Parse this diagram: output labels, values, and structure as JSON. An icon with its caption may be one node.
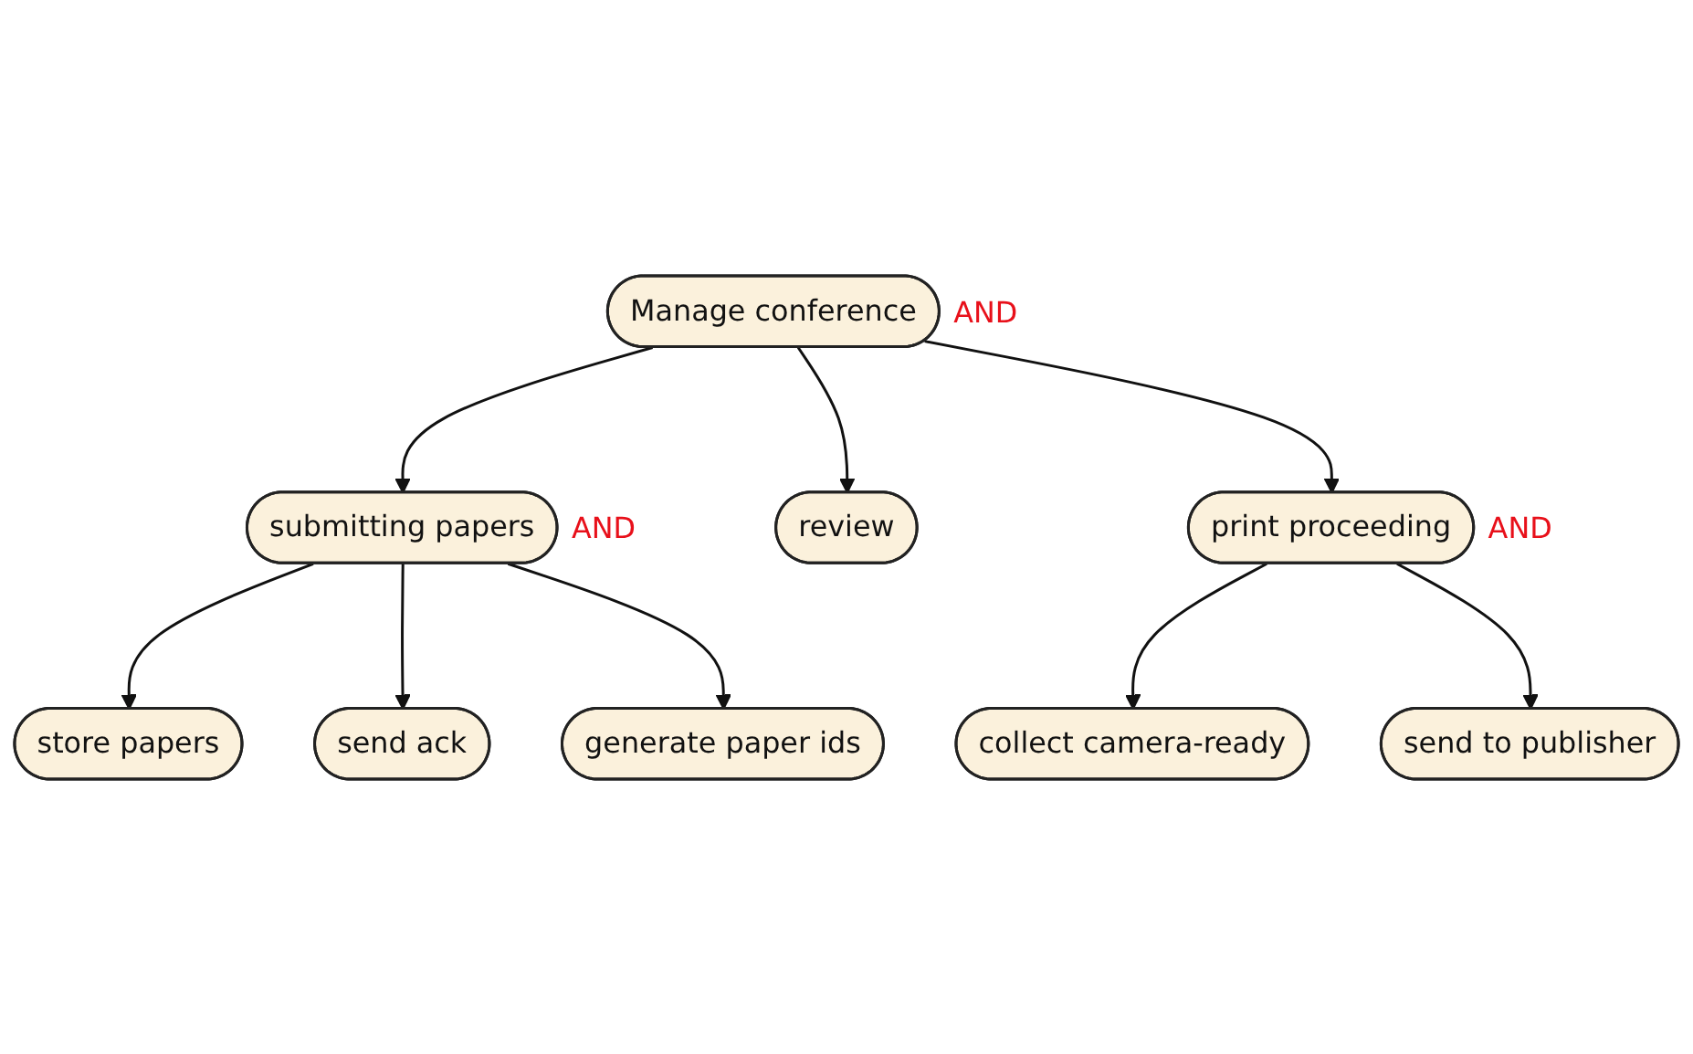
{
  "diagram": {
    "nodes": [
      {
        "text": [
          "Manage conference"
        ],
        "beside": [
          "AND"
        ]
      },
      {
        "text": [
          "submitting papers"
        ],
        "beside": [
          "AND"
        ]
      },
      {
        "text": [
          "review"
        ]
      },
      {
        "text": [
          "store papers"
        ]
      },
      {
        "text": [
          "send ack"
        ]
      },
      {
        "text": [
          "generate paper ids"
        ]
      },
      {
        "text": [
          "print proceeding"
        ],
        "beside": [
          "AND"
        ]
      },
      {
        "text": [
          "collect camera-ready"
        ]
      },
      {
        "text": [
          "send to publisher"
        ]
      }
    ],
    "edges": [
      {
        "from": 0,
        "to": 1,
        "arrow": "to"
      },
      {
        "from": 0,
        "to": 6,
        "arrow": "to"
      },
      {
        "from": 0,
        "to": 2,
        "arrow": "to"
      },
      {
        "from": 1,
        "to": 3,
        "arrow": "to"
      },
      {
        "from": 1,
        "to": 4,
        "arrow": "to"
      },
      {
        "from": 1,
        "to": 5,
        "arrow": "to"
      },
      {
        "from": 6,
        "to": 7,
        "arrow": "to"
      },
      {
        "from": 6,
        "to": 8,
        "arrow": "to"
      }
    ]
  }
}
